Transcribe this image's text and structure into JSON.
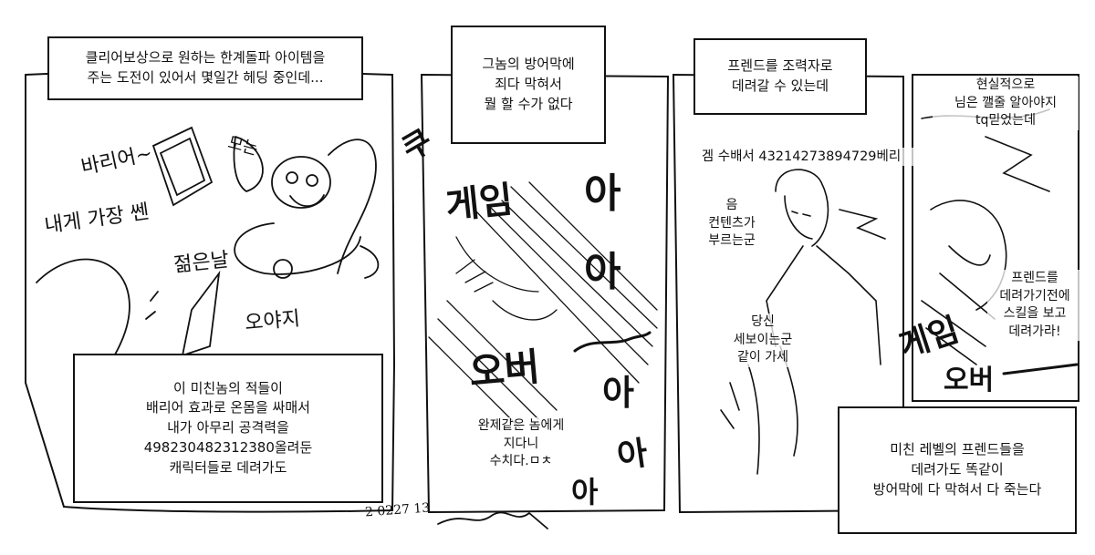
{
  "panel1": {
    "caption_top": "클리어보상으로 원하는 한계돌파 아이템을\n주는 도전이 있어서 몇일간 헤딩 중인데...",
    "doodle_1": "바리어~",
    "doodle_2": "내게 가장 쎈",
    "doodle_3": "젊은날",
    "doodle_4": "오야지",
    "doodle_5": "모는",
    "caption_bottom": "이 미친놈의 적들이\n배리어 효과로 온몸을 싸매서\n내가 아무리 공격력을\n498230482312380올려둔\n캐릭터들로 데려가도"
  },
  "panel2": {
    "caption_top": "그놈의 방어막에\n죄다 막혀서\n뭘 할 수가 없다",
    "scribble_1": "쿠",
    "scribble_2": "게임",
    "scribble_3": "아",
    "scribble_4": "아",
    "scribble_5": "오버",
    "scribble_6": "아",
    "scribble_7": "아",
    "scribble_8": "아",
    "bubble": "완제같은 놈에게\n지다니\n수치다.ㅁㅊ",
    "signature": "2 0227 13"
  },
  "panel3": {
    "caption_top": "프렌드를 조력자로\n데려갈 수 있는데",
    "line_1": "겜 수배서 43214273894729베리",
    "line_2": "음\n컨텐츠가\n부르는군",
    "line_3": "당신\n세보이는군\n같이 가세"
  },
  "panel4": {
    "line_top": "현실적으로\n님은 깰줄 알아야지\ntq믿었는데",
    "line_mid": "프렌드를\n데려가기전에\n스킬을 보고\n데려가라!",
    "scribble_1": "게임",
    "scribble_2": "오버",
    "caption_bottom": "미친 레벨의 프렌드들을\n데려가도 똑같이\n방어막에 다 막혀서 다 죽는다"
  }
}
